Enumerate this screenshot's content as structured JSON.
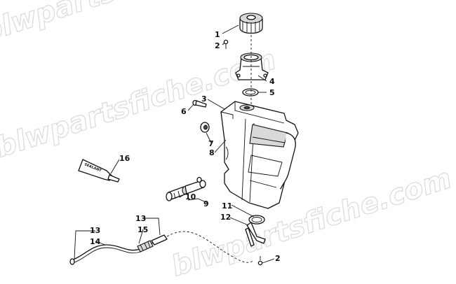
{
  "watermark": "blwpartsfiche.com",
  "sealant_label": "SEALANT",
  "callouts": [
    "1",
    "2",
    "3",
    "4",
    "5",
    "6",
    "7",
    "8",
    "9",
    "10",
    "11",
    "12",
    "13",
    "13",
    "14",
    "15",
    "16",
    "2"
  ],
  "colors": {
    "line": "#111111",
    "watermark": "#dcdcdc",
    "background": "#ffffff"
  }
}
